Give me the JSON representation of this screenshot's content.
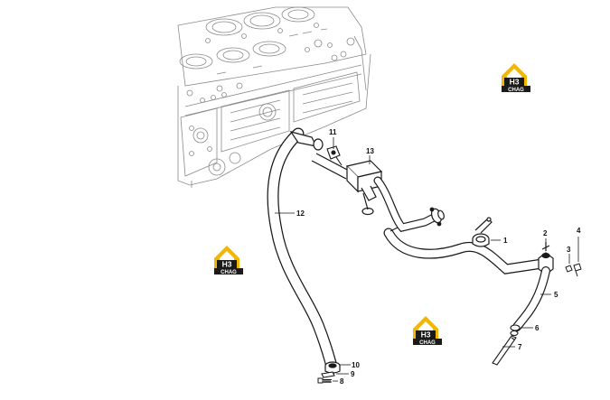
{
  "diagram": {
    "callouts": [
      "1",
      "2",
      "3",
      "4",
      "5",
      "6",
      "7",
      "8",
      "9",
      "10",
      "11",
      "12",
      "13"
    ]
  },
  "watermark": {
    "logo_name": "h3-chag-logo",
    "primary": "H3",
    "secondary": "CHAG",
    "colors": {
      "roof": "#f2b705",
      "text_bg": "#1a1a1a",
      "text": "#ffffff",
      "roof_inner": "#ffffff"
    }
  },
  "colors": {
    "line": "#1a1a1a",
    "engine_line": "#7a7a7a"
  }
}
